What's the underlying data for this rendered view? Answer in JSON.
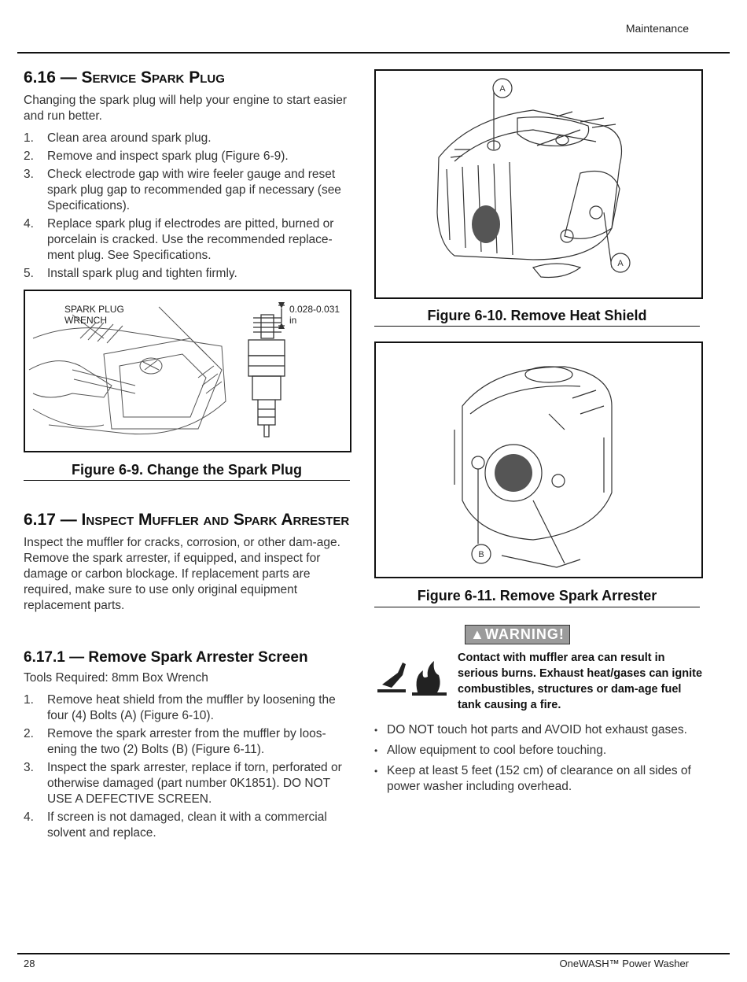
{
  "header": {
    "section": "Maintenance"
  },
  "footer": {
    "page_number": "28",
    "product": "OneWASH™ Power Washer"
  },
  "s616": {
    "num": "6.16 — ",
    "title": "Service Spark Plug",
    "intro": "Changing the spark plug will help your engine to start easier and run better.",
    "steps": [
      "Clean area around spark plug.",
      "Remove and inspect spark plug (Figure 6-9).",
      "Check electrode gap with wire feeler gauge and reset spark plug gap to recommended gap if necessary (see Specifications).",
      "Replace spark plug if electrodes are pitted, burned or porcelain is cracked. Use the recommended replace-ment plug. See Specifications.",
      "Install spark plug and tighten firmly."
    ]
  },
  "fig69": {
    "label_tool": "SPARK PLUG WRENCH",
    "label_gap": "0.028-0.031 in",
    "caption": "Figure 6-9. Change the Spark Plug"
  },
  "s617": {
    "num": "6.17 — ",
    "title": "Inspect Muffler and Spark Arrester",
    "intro": "Inspect the muffler for cracks, corrosion, or other dam-age. Remove the spark arrester, if equipped, and inspect for damage or carbon blockage. If replacement parts are required, make sure to use only original equipment replacement parts."
  },
  "s6171": {
    "title": "6.17.1 — Remove Spark Arrester Screen",
    "tools": "Tools Required: 8mm Box Wrench",
    "steps": [
      "Remove heat shield from the muffler by loosening the four (4) Bolts (A) (Figure 6-10).",
      "Remove the spark arrester from the muffler by loos-ening the two (2) Bolts (B) (Figure 6-11).",
      "Inspect the spark arrester, replace if torn, perforated or otherwise damaged (part number 0K1851). DO NOT USE A DEFECTIVE SCREEN.",
      "If screen is not damaged, clean it with a commercial solvent and replace."
    ]
  },
  "fig610": {
    "callout": "A",
    "caption": "Figure 6-10. Remove Heat Shield"
  },
  "fig611": {
    "callout": "B",
    "caption": "Figure 6-11. Remove Spark Arrester"
  },
  "warning": {
    "badge": "WARNING!",
    "text": "Contact with muffler area can result in serious burns. Exhaust heat/gases can ignite combustibles, structures or dam-age fuel tank causing a fire.",
    "bullets": [
      "DO NOT touch hot parts and AVOID hot exhaust gases.",
      "Allow equipment to cool before touching.",
      "Keep at least 5 feet (152 cm) of clearance on all sides of power washer including overhead."
    ]
  }
}
